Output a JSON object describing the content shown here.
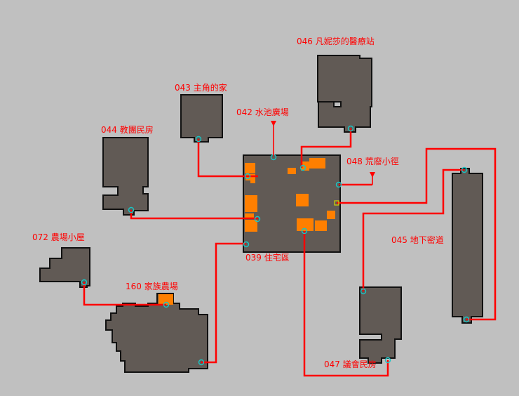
{
  "background_color": "#c0c0c0",
  "colors": {
    "room": "#615a55",
    "path": "#ff0000",
    "label": "#ff0000",
    "door": "#19c5c5",
    "point_of_interest": "#ff7f00"
  },
  "areas": [
    {
      "key": "039",
      "label": "039 住宅區"
    },
    {
      "key": "042",
      "label": "042 水池廣場"
    },
    {
      "key": "043",
      "label": "043 主角的家"
    },
    {
      "key": "044",
      "label": "044 教團民房"
    },
    {
      "key": "045",
      "label": "045 地下密道"
    },
    {
      "key": "046",
      "label": "046 凡妮莎的醫療站"
    },
    {
      "key": "047",
      "label": "047 議會民房"
    },
    {
      "key": "048",
      "label": "048 荒廢小徑"
    },
    {
      "key": "072",
      "label": "072 農場小屋"
    },
    {
      "key": "160",
      "label": "160 家族農場"
    }
  ]
}
